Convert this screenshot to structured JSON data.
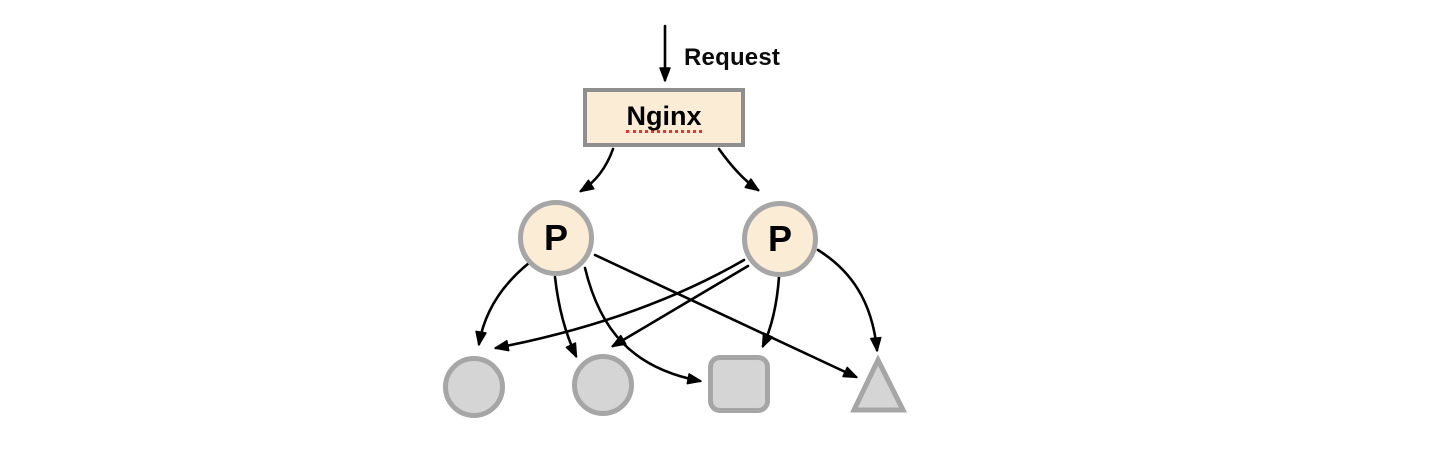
{
  "diagram": {
    "request_label": "Request",
    "nginx": {
      "label": "Nginx"
    },
    "processes": [
      {
        "id": "p1",
        "label": "P"
      },
      {
        "id": "p2",
        "label": "P"
      }
    ],
    "backends": [
      {
        "id": "backend-circle-1",
        "shape": "circle"
      },
      {
        "id": "backend-circle-2",
        "shape": "circle"
      },
      {
        "id": "backend-square",
        "shape": "rounded-square"
      },
      {
        "id": "backend-triangle",
        "shape": "triangle"
      }
    ],
    "edges": [
      {
        "from": "request",
        "to": "nginx"
      },
      {
        "from": "nginx",
        "to": "p1"
      },
      {
        "from": "nginx",
        "to": "p2"
      },
      {
        "from": "p1",
        "to": "backend-circle-1"
      },
      {
        "from": "p1",
        "to": "backend-circle-2"
      },
      {
        "from": "p1",
        "to": "backend-square"
      },
      {
        "from": "p1",
        "to": "backend-triangle"
      },
      {
        "from": "p2",
        "to": "backend-circle-1"
      },
      {
        "from": "p2",
        "to": "backend-circle-2"
      },
      {
        "from": "p2",
        "to": "backend-square"
      },
      {
        "from": "p2",
        "to": "backend-triangle"
      }
    ],
    "colors": {
      "node_fill": "#FAECD5",
      "node_border": "#8f8f8f",
      "circle_border": "#a6a6a6",
      "backend_fill": "#D5D5D5",
      "backend_border": "#a6a6a6",
      "arrow": "#000000",
      "spellcheck_underline": "#ff2a2a"
    }
  }
}
